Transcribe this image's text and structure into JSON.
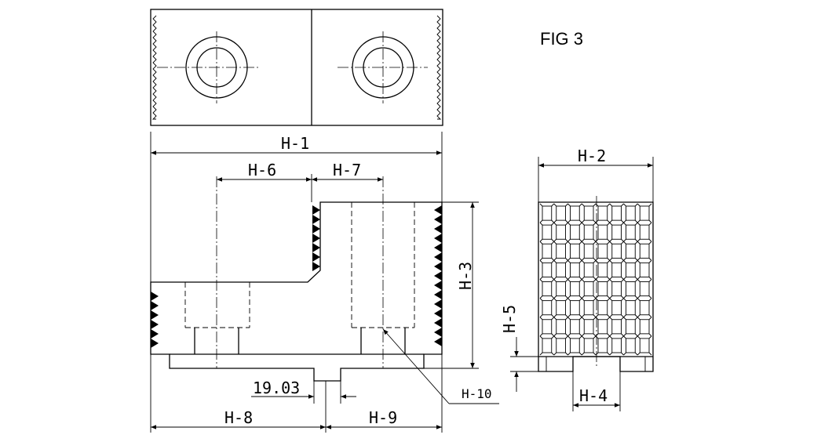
{
  "figure": {
    "title": "FIG 3"
  },
  "dimensions": {
    "h1": "H-1",
    "h2": "H-2",
    "h3": "H-3",
    "h4": "H-4",
    "h5": "H-5",
    "h6": "H-6",
    "h7": "H-7",
    "h8": "H-8",
    "h9": "H-9",
    "h10": "H-10",
    "slot": "19.03"
  },
  "colors": {
    "line": "#000000",
    "background": "#ffffff"
  }
}
